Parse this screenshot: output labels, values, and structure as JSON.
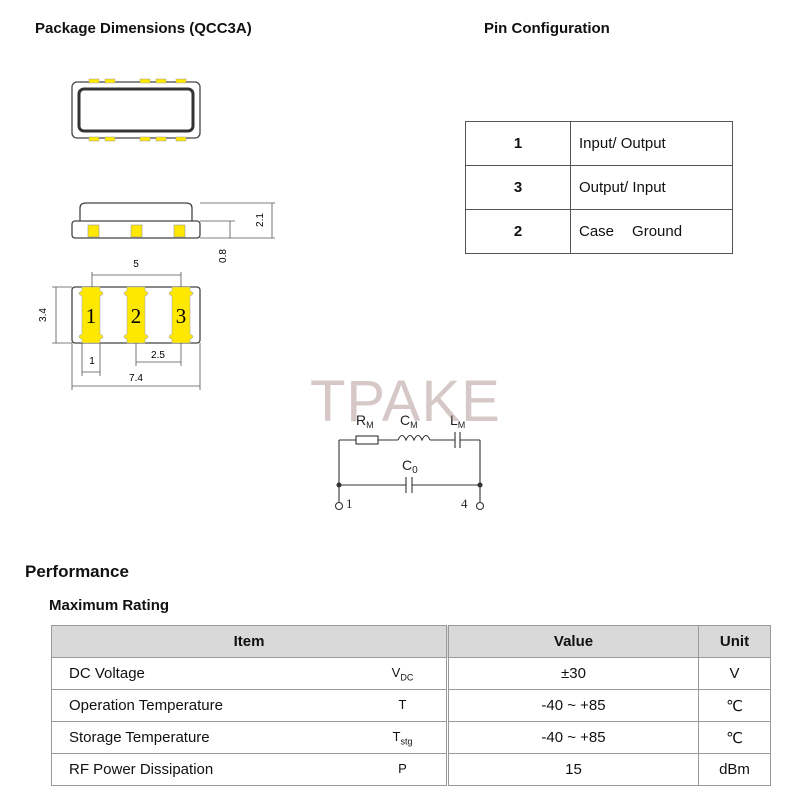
{
  "package": {
    "title": "Package Dimensions (QCC3A)",
    "dims": {
      "height_total": "2.1",
      "height_base": "0.8",
      "pad_span": "5",
      "body_height": "3.4",
      "pad_width": "1",
      "pad_pitch": "2.5",
      "body_length": "7.4"
    },
    "pads": [
      "1",
      "2",
      "3"
    ]
  },
  "pin_config": {
    "title": "Pin Configuration",
    "rows": [
      {
        "pin": "1",
        "function": "Input/ Output"
      },
      {
        "pin": "3",
        "function": "Output/ Input"
      },
      {
        "pin": "2",
        "function_a": "Case",
        "function_b": "Ground"
      }
    ]
  },
  "circuit": {
    "rm_main": "R",
    "rm_sub": "M",
    "cm_main": "C",
    "cm_sub": "M",
    "lm_main": "L",
    "lm_sub": "M",
    "c0_main": "C",
    "c0_sub": "0",
    "node_left": "1",
    "node_right": "4"
  },
  "watermark": "TPAKE",
  "performance": {
    "title": "Performance",
    "subtitle": "Maximum Rating",
    "headers": {
      "item": "Item",
      "value": "Value",
      "unit": "Unit"
    },
    "rows": [
      {
        "item": "DC Voltage",
        "sym": "V",
        "sub": "DC",
        "value": "±30",
        "unit": "V"
      },
      {
        "item": "Operation Temperature",
        "sym": "T",
        "sub": "",
        "value": "-40 ~ +85",
        "unit": "℃"
      },
      {
        "item": "Storage Temperature",
        "sym": "T",
        "sub": "stg",
        "value": "-40 ~ +85",
        "unit": "℃"
      },
      {
        "item": "RF Power Dissipation",
        "sym": "P",
        "sub": "",
        "value": "15",
        "unit": "dBm"
      }
    ]
  },
  "colors": {
    "pad": "#ffe800",
    "pad_dark": "#e6c800"
  }
}
